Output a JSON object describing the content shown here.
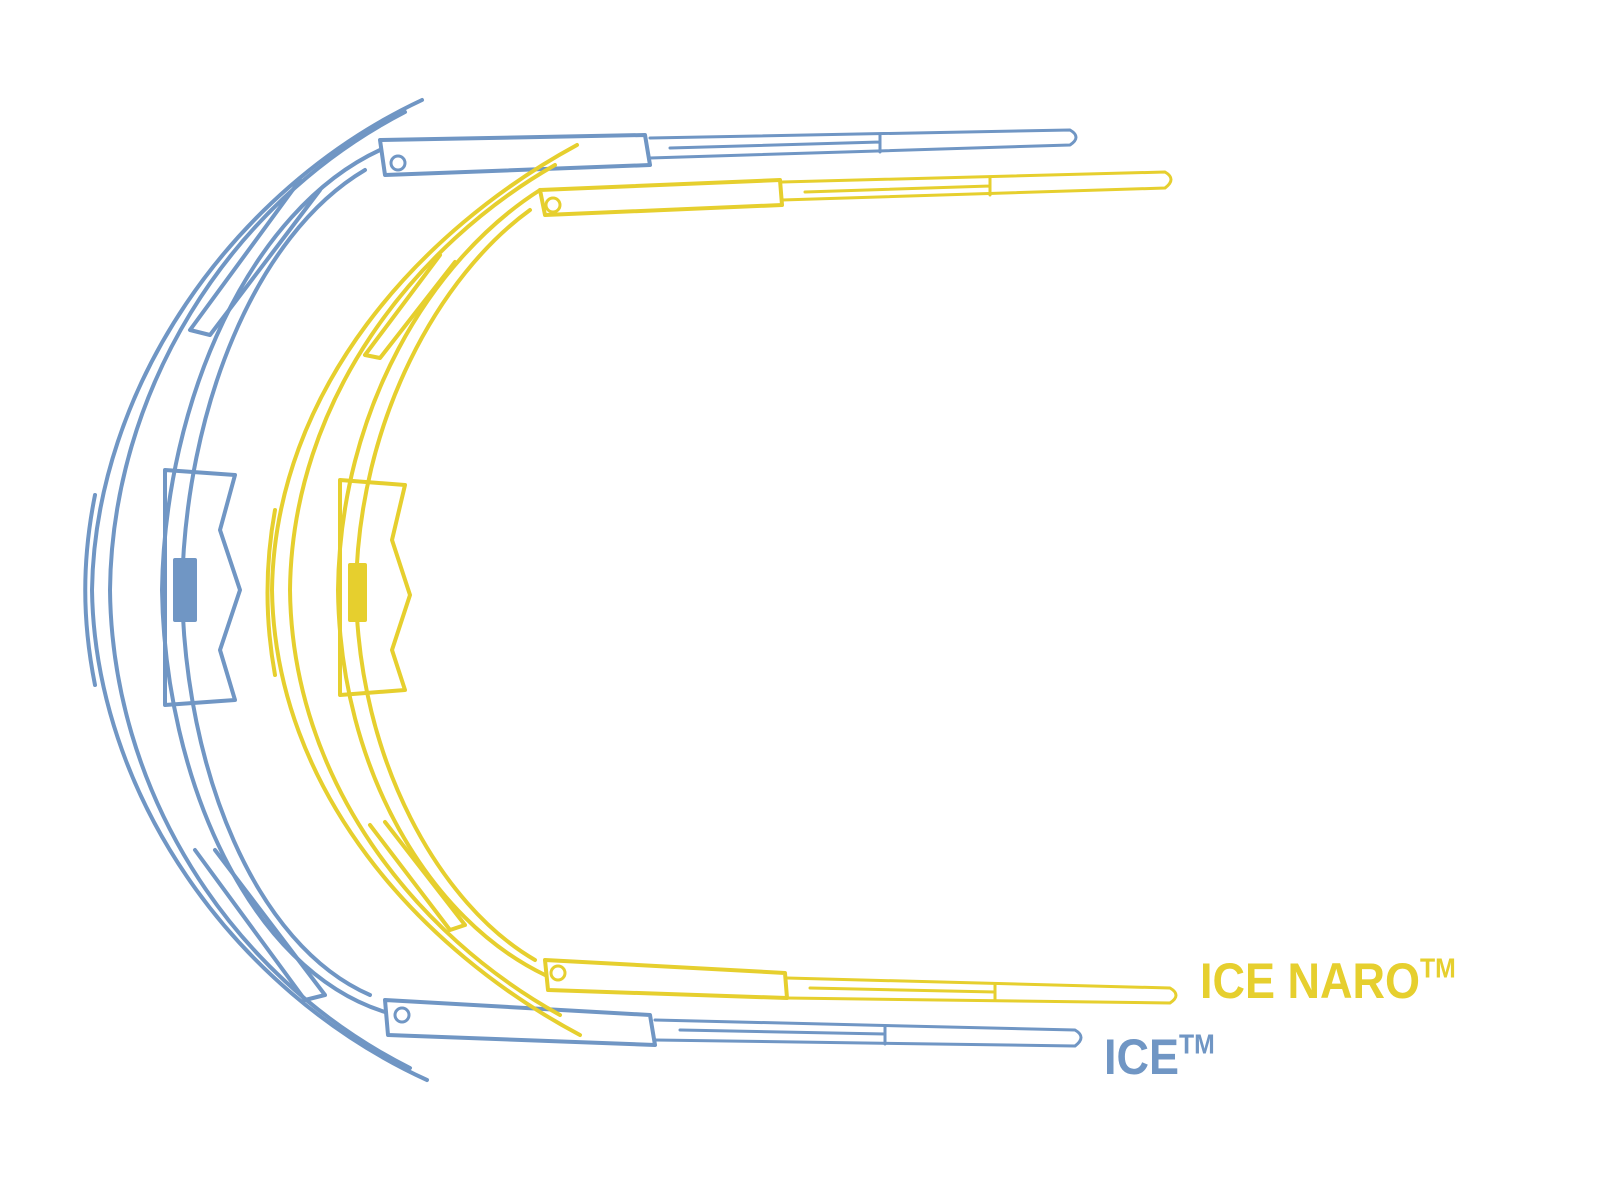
{
  "colors": {
    "ice": "#7096c4",
    "ice_naro": "#e6cf2e",
    "background": "#ffffff"
  },
  "labels": {
    "ice_naro": {
      "name": "ICE NARO",
      "mark": "TM"
    },
    "ice": {
      "name": "ICE",
      "mark": "TM"
    }
  }
}
